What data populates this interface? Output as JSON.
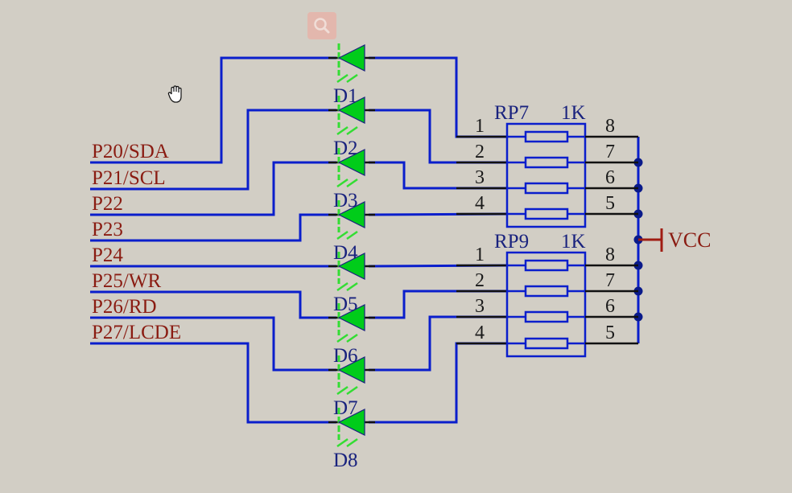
{
  "colors": {
    "background": "#d2cec5",
    "wire": "#0a1ecc",
    "pin_wire": "#111111",
    "led_fill": "#00cc1a",
    "led_outline": "#1a237e",
    "led_arrow": "#33dd33",
    "net_label": "#8a1c12",
    "ref_label": "#1a237e",
    "junction": "#0a1a8a",
    "power": "#a01c12"
  },
  "net_labels": [
    "P20/SDA",
    "P21/SCL",
    "P22",
    "P23",
    "P24",
    "P25/WR",
    "P26/RD",
    "P27/LCDE"
  ],
  "leds": [
    {
      "ref": "D1",
      "net": "P20/SDA",
      "rp": "RP7",
      "pin": 1
    },
    {
      "ref": "D2",
      "net": "P21/SCL",
      "rp": "RP7",
      "pin": 2
    },
    {
      "ref": "D3",
      "net": "P22",
      "rp": "RP7",
      "pin": 3
    },
    {
      "ref": "D4",
      "net": "P23",
      "rp": "RP7",
      "pin": 4
    },
    {
      "ref": "D5",
      "net": "P24",
      "rp": "RP9",
      "pin": 1
    },
    {
      "ref": "D6",
      "net": "P25/WR",
      "rp": "RP9",
      "pin": 2
    },
    {
      "ref": "D7",
      "net": "P26/RD",
      "rp": "RP9",
      "pin": 3
    },
    {
      "ref": "D8",
      "net": "P27/LCDE",
      "rp": "RP9",
      "pin": 4
    }
  ],
  "resistor_packs": [
    {
      "ref": "RP7",
      "value": "1K",
      "left_pins": [
        "1",
        "2",
        "3",
        "4"
      ],
      "right_pins": [
        "8",
        "7",
        "6",
        "5"
      ]
    },
    {
      "ref": "RP9",
      "value": "1K",
      "left_pins": [
        "1",
        "2",
        "3",
        "4"
      ],
      "right_pins": [
        "8",
        "7",
        "6",
        "5"
      ]
    }
  ],
  "power": {
    "label": "VCC"
  },
  "overlay": {
    "zoom_button": "magnifier-icon",
    "cursor": "hand-cursor"
  }
}
